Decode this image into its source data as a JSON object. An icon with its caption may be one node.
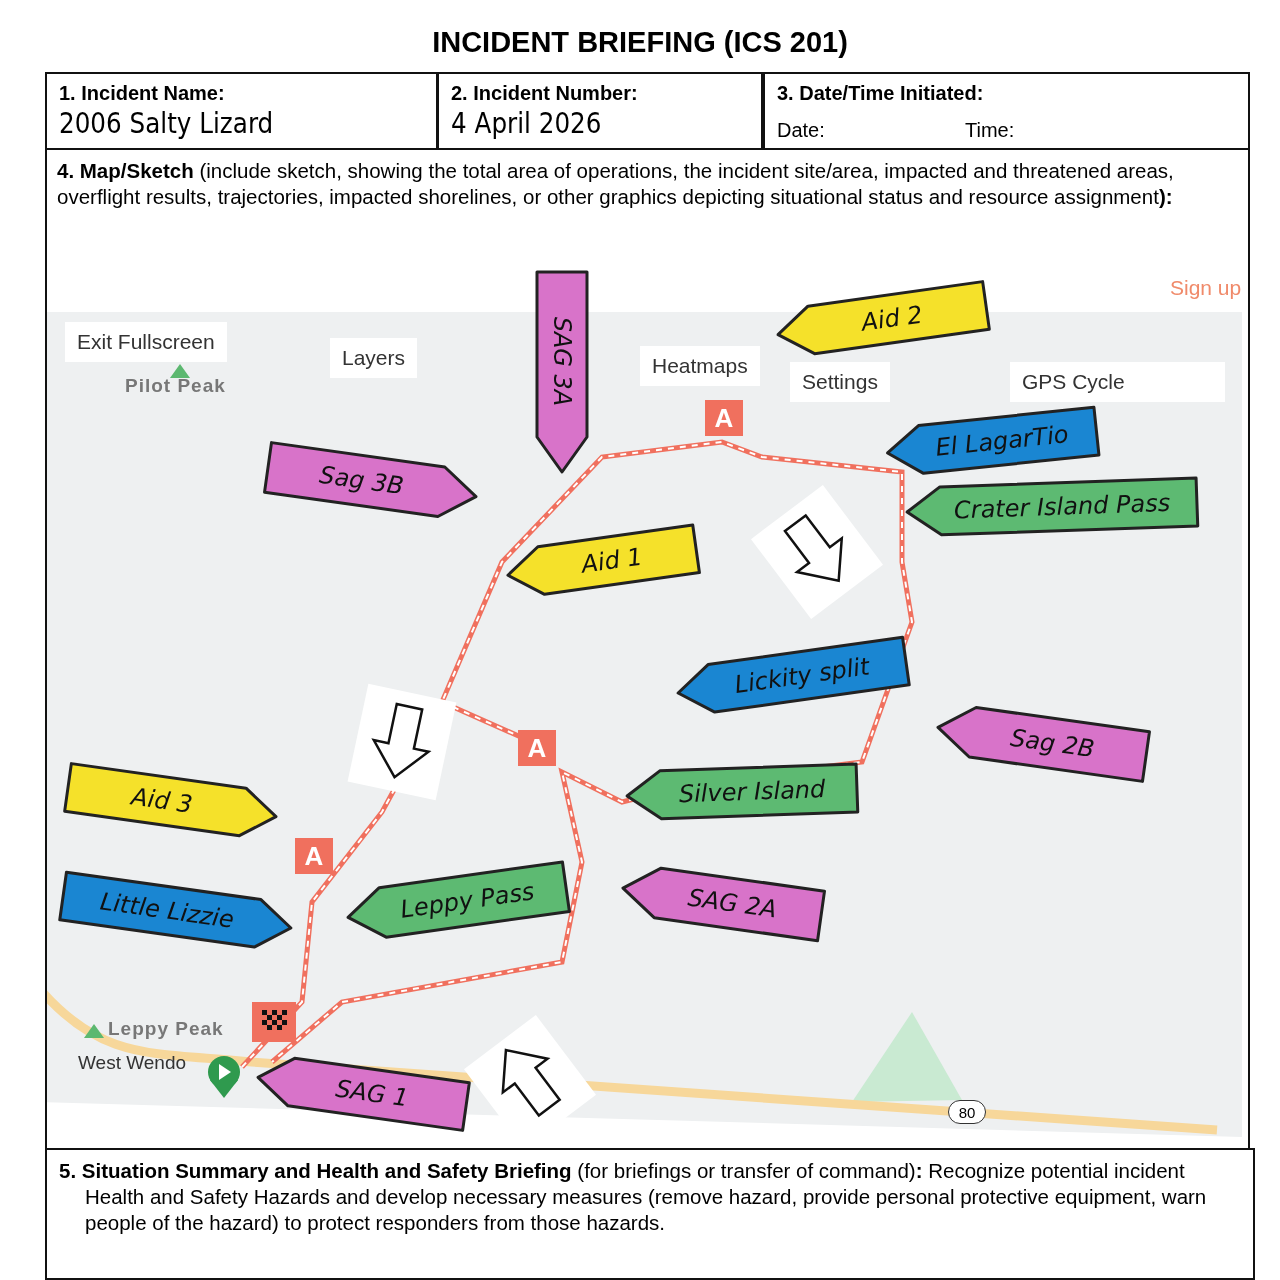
{
  "diagram": {
    "title": "INCIDENT BRIEFING (ICS 201)",
    "nodes": [
      {
        "text": [
          "1. Incident Name:",
          "2006 Salty Lizard"
        ]
      },
      {
        "text": [
          "2. Incident Number:",
          "4 April 2026"
        ]
      },
      {
        "text": [
          "3. Date/Time Initiated:",
          "Date:",
          "Time:"
        ]
      },
      {
        "text": [
          "**4. Map/Sketch** (include sketch, showing the total area of operations, the incident site/area, impacted and threatened areas, overflight results, trajectories, impacted shorelines, or other graphics depicting situational status and resource assignment**):**"
        ]
      },
      {
        "text": [
          "SAG 3A"
        ],
        "in": 3
      },
      {
        "text": [
          "Aid 2"
        ],
        "in": 3
      },
      {
        "text": [
          "Sag 3B"
        ],
        "in": 3
      },
      {
        "text": [
          "El LagarTio"
        ],
        "in": 3
      },
      {
        "text": [
          "Crater Island Pass"
        ],
        "in": 3
      },
      {
        "text": [
          "Aid 1"
        ],
        "in": 3
      },
      {
        "text": [
          "Lickity split"
        ],
        "in": 3
      },
      {
        "text": [
          "Sag 2B"
        ],
        "in": 3
      },
      {
        "text": [
          "Silver Island"
        ],
        "in": 3
      },
      {
        "text": [
          "Aid 3"
        ],
        "in": 3
      },
      {
        "text": [
          "SAG 2A"
        ],
        "in": 3
      },
      {
        "text": [
          "Little Lizzie"
        ],
        "in": 3
      },
      {
        "text": [
          "Leppy Pass"
        ],
        "in": 3
      },
      {
        "text": [
          "SAG 1"
        ],
        "in": 3
      },
      {
        "text": [
          "**5. Situation Summary and Health and Safety Briefing** (for briefings or transfer of command)**:** Recognize potential incident Health and Safety Hazards and develop necessary measures (remove hazard, provide personal protective equipment, warn people of the hazard) to protect responders from those hazards."
        ]
      }
    ],
    "edges": [],
    "labels": [
      "Exit Fullscreen",
      "Pilot Peak",
      "Layers",
      "Heatmaps",
      "Settings",
      "GPS Cycle",
      "Sign up",
      "A",
      "A",
      "A",
      "Leppy Peak",
      "West Wendo",
      "80"
    ]
  }
}
